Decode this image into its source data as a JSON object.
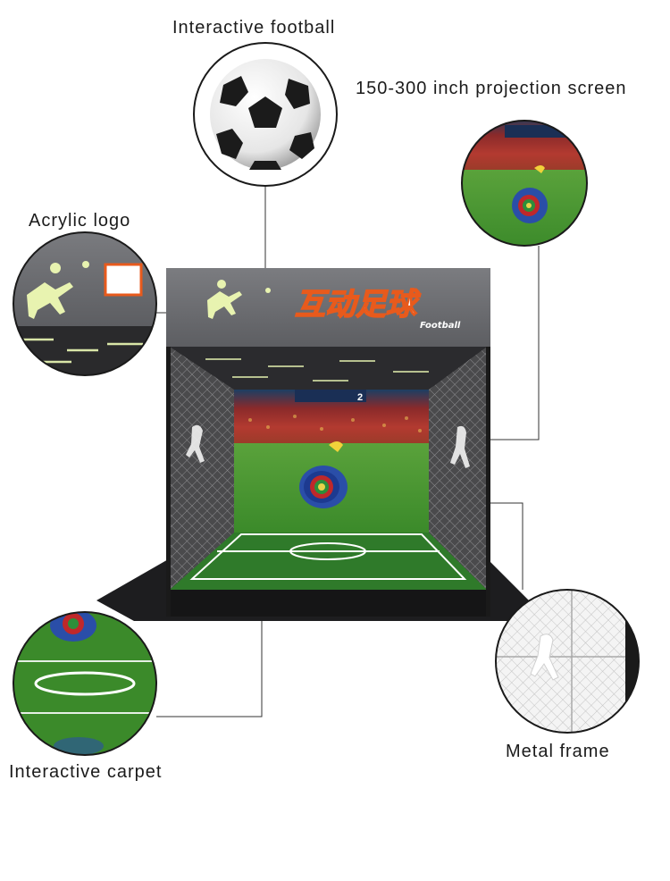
{
  "labels": {
    "interactive_football": "Interactive football",
    "projection_screen": "150-300 inch projection screen",
    "acrylic_logo": "Acrylic logo",
    "interactive_carpet": "Interactive carpet",
    "metal_frame": "Metal frame"
  },
  "sign": {
    "title": "互动足球",
    "subtitle": "Football"
  },
  "scoreboard": {
    "score": "2"
  },
  "colors": {
    "sign_gray": "#6e6f73",
    "grass": "#3f8f2c",
    "carpet": "#2f7a2a",
    "frame_dark": "#1e1e1e",
    "target_blue": "#2a4ea8",
    "target_red": "#c0282a",
    "logo_glow": "#e8f3b0",
    "sign_text_orange": "#e85a1c"
  },
  "icons": [
    "soccer-ball-icon",
    "kicker-logo-icon",
    "target-icon"
  ]
}
